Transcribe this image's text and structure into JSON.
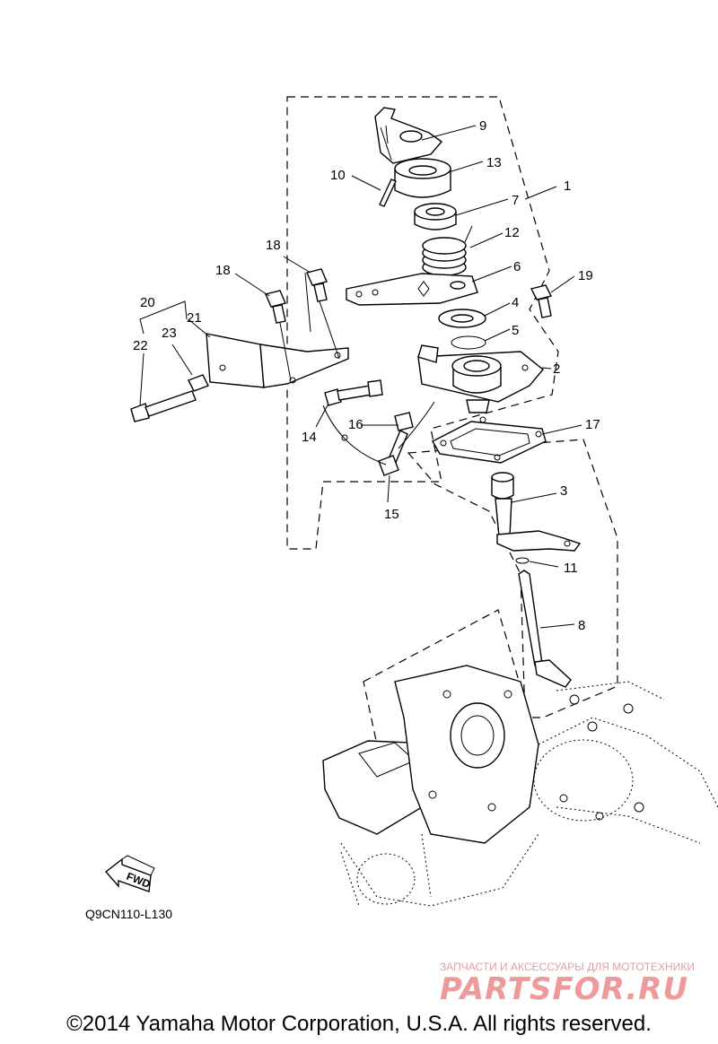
{
  "callouts": [
    {
      "id": "1",
      "text": "1"
    },
    {
      "id": "2",
      "text": "2"
    },
    {
      "id": "3",
      "text": "3"
    },
    {
      "id": "4",
      "text": "4"
    },
    {
      "id": "5",
      "text": "5"
    },
    {
      "id": "6",
      "text": "6"
    },
    {
      "id": "7",
      "text": "7"
    },
    {
      "id": "8",
      "text": "8"
    },
    {
      "id": "9",
      "text": "9"
    },
    {
      "id": "10",
      "text": "10"
    },
    {
      "id": "11",
      "text": "11"
    },
    {
      "id": "12",
      "text": "12"
    },
    {
      "id": "13",
      "text": "13"
    },
    {
      "id": "14",
      "text": "14"
    },
    {
      "id": "15",
      "text": "15"
    },
    {
      "id": "16",
      "text": "16"
    },
    {
      "id": "17",
      "text": "17"
    },
    {
      "id": "18a",
      "text": "18"
    },
    {
      "id": "18b",
      "text": "18"
    },
    {
      "id": "19",
      "text": "19"
    },
    {
      "id": "20",
      "text": "20"
    },
    {
      "id": "21",
      "text": "21"
    },
    {
      "id": "22",
      "text": "22"
    },
    {
      "id": "23",
      "text": "23"
    }
  ],
  "fwd_label": "FWD",
  "diagram_code": "Q9CN110-L130",
  "watermark": {
    "tagline": "ЗАПЧАСТИ И АКСЕССУАРЫ ДЛЯ МОТОТЕХНИКИ",
    "brand": "PARTSFOR.RU"
  },
  "copyright": "©2014 Yamaha Motor Corporation, U.S.A. All rights reserved."
}
